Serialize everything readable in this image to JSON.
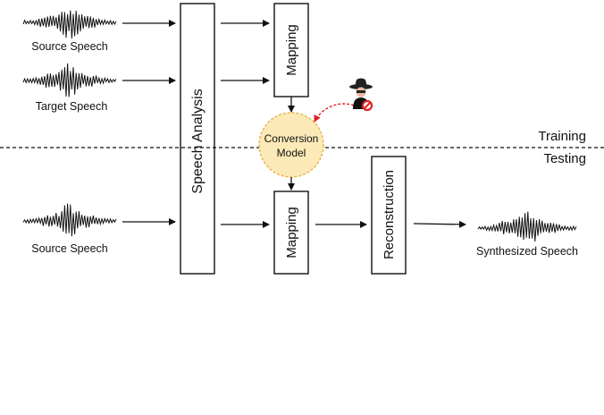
{
  "labels": {
    "source_speech_top": "Source Speech",
    "target_speech": "Target Speech",
    "source_speech_bottom": "Source Speech",
    "synthesized_speech": "Synthesized Speech",
    "speech_analysis": "Speech Analysis",
    "mapping_top": "Mapping",
    "mapping_bottom": "Mapping",
    "reconstruction": "Reconstruction",
    "conversion_line1": "Conversion",
    "conversion_line2": "Model",
    "training": "Training",
    "testing": "Testing"
  },
  "colors": {
    "conversion_fill": "#fbe9b7",
    "conversion_stroke": "#e6ad3a",
    "attacker_arrow": "#e02020",
    "forbidden_badge": "#e02020"
  },
  "icons": {
    "attacker": "attacker-spy-icon"
  }
}
